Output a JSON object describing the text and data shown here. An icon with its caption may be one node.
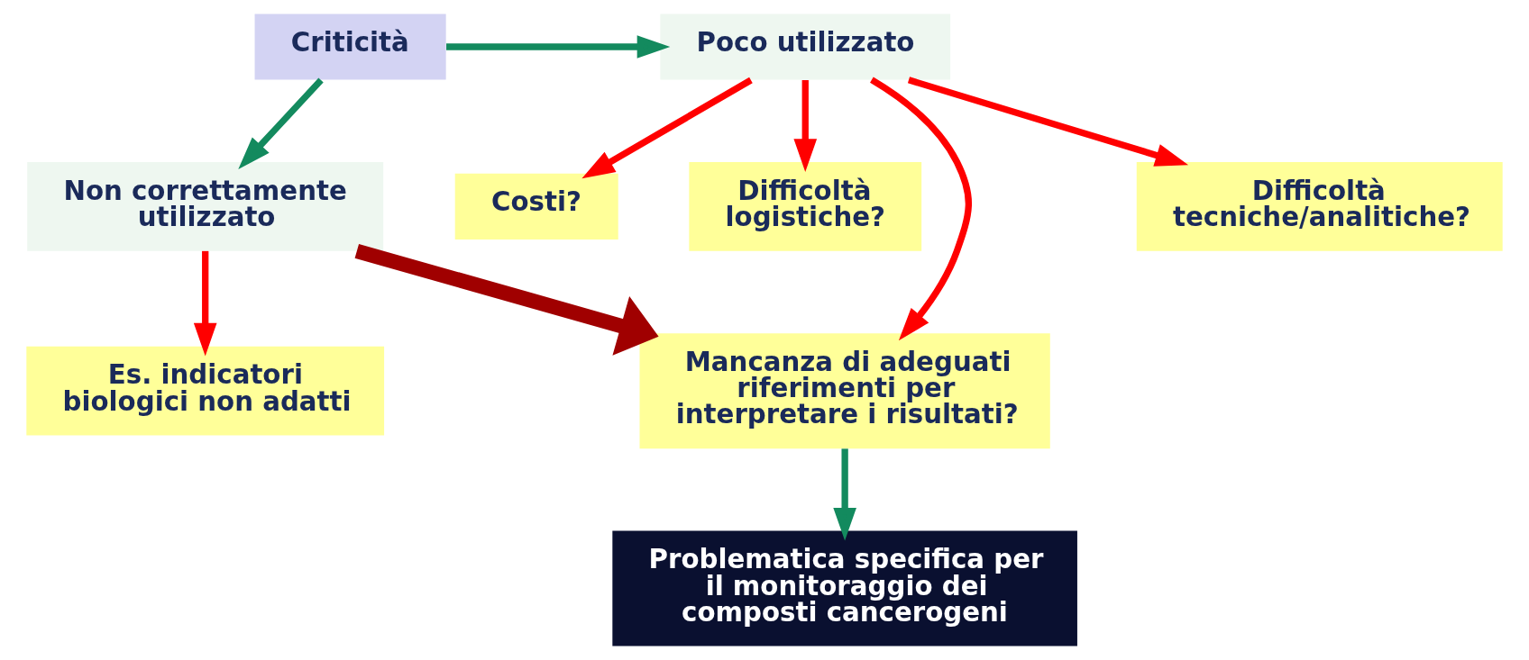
{
  "diagram": {
    "nodes": [
      {
        "text": [
          "Criticità"
        ]
      },
      {
        "text": [
          "Poco utilizzato"
        ]
      },
      {
        "text": [
          "Non correttamente utilizzato"
        ]
      },
      {
        "text": [
          "Costi?"
        ]
      },
      {
        "text": [
          "Difficoltà logistiche?"
        ]
      },
      {
        "text": [
          "Mancanza di adeguati riferimenti per interpretare i risultati?"
        ]
      },
      {
        "text": [
          "Difficoltà tecniche/analitiche?"
        ]
      },
      {
        "text": [
          "Es. indicatori biologici non adatti"
        ]
      },
      {
        "text": [
          "Problematica specifica per il monitoraggio dei composti cancerogeni"
        ]
      }
    ],
    "edges": [
      {
        "from": 0,
        "to": 1,
        "arrow": "to",
        "color": "#138a5e"
      },
      {
        "from": 0,
        "to": 2,
        "arrow": "to",
        "color": "#138a5e"
      },
      {
        "from": 1,
        "to": 3,
        "arrow": "to"
      },
      {
        "from": 1,
        "to": 4,
        "arrow": "to"
      },
      {
        "from": 1,
        "to": 5,
        "arrow": "to"
      },
      {
        "from": 1,
        "to": 6,
        "arrow": "to"
      },
      {
        "from": 2,
        "to": 7,
        "arrow": "to"
      },
      {
        "from": 2,
        "to": 5,
        "arrow": "to",
        "style": "thick",
        "color": "#a00000"
      },
      {
        "from": 5,
        "to": 8,
        "arrow": "to",
        "color": "#138a5e"
      }
    ]
  }
}
